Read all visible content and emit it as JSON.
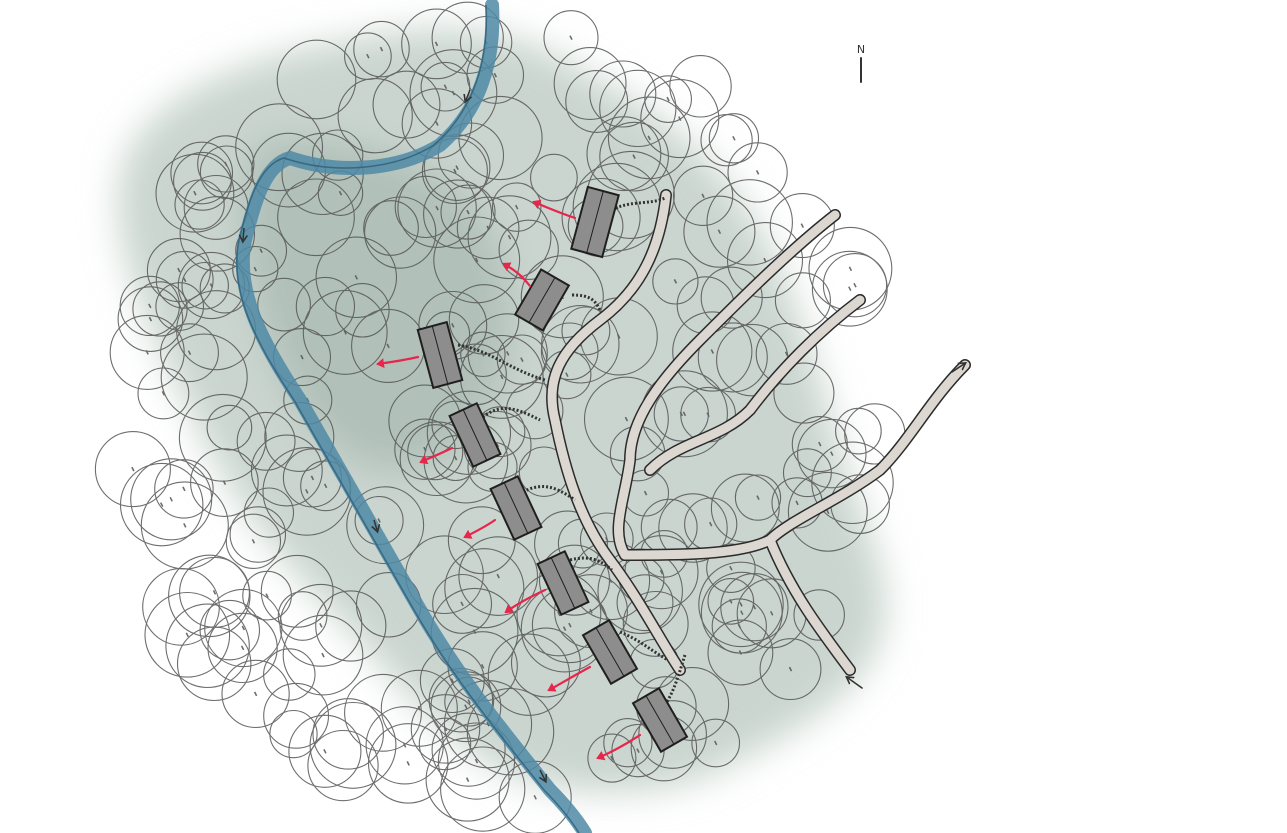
{
  "north_arrow": {
    "label": "N"
  },
  "features": {
    "river": {
      "color": "#4f8aa6"
    },
    "forest": {
      "color": "#9fb2a8"
    },
    "buildings": {
      "count": 8,
      "color": "#8a8a8a"
    },
    "view_arrows": {
      "count": 8,
      "color": "#e8254a"
    },
    "trails": {
      "color": "#d9d6d0"
    }
  }
}
